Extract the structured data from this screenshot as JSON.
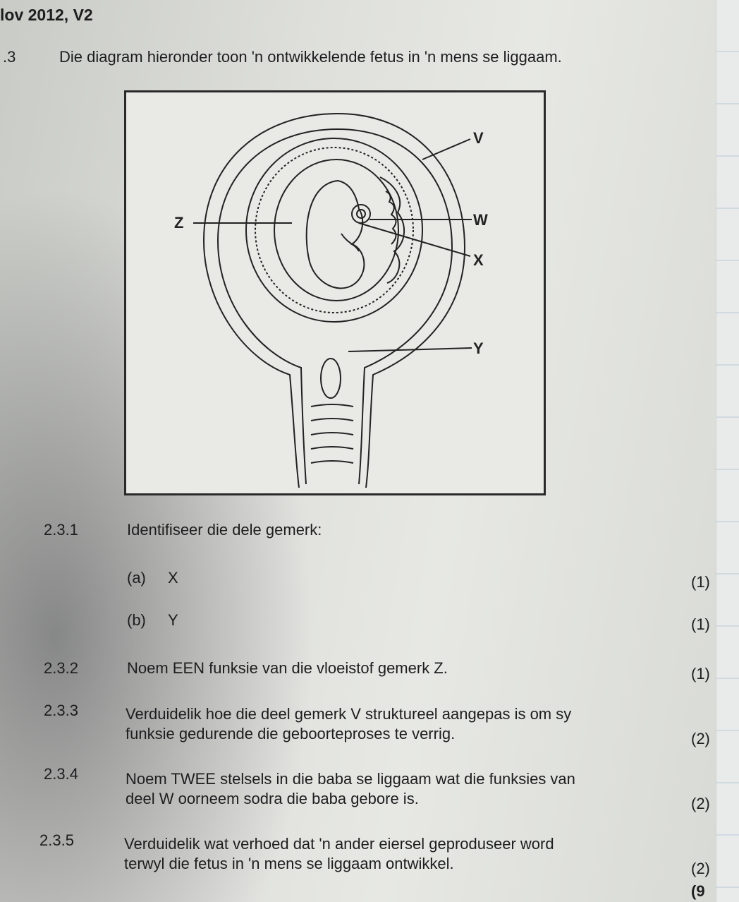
{
  "header": "lov 2012, V2",
  "question": {
    "number": ".3",
    "text": "Die diagram hieronder toon 'n ontwikkelende fetus in 'n mens se liggaam."
  },
  "diagram_labels": {
    "v": "V",
    "w": "W",
    "x": "X",
    "y": "Y",
    "z": "Z"
  },
  "items": [
    {
      "num": "2.3.1",
      "text": "Identifiseer die dele gemerk:"
    },
    {
      "num": "2.3.2",
      "text": "Noem EEN funksie van die vloeistof gemerk Z.",
      "mark": "(1)"
    },
    {
      "num": "2.3.3",
      "line1": "Verduidelik hoe die deel gemerk V struktureel aangepas is om sy",
      "line2": "funksie gedurende die geboorteproses te verrig.",
      "mark": "(2)"
    },
    {
      "num": "2.3.4",
      "line1": "Noem TWEE stelsels in die baba se liggaam wat die funksies van",
      "line2": "deel W oorneem sodra die baba gebore is.",
      "mark": "(2)"
    },
    {
      "num": "2.3.5",
      "line1": "Verduidelik wat verhoed dat 'n ander eiersel geproduseer word",
      "line2": "terwyl die fetus in 'n mens se liggaam ontwikkel.",
      "mark": "(2)"
    }
  ],
  "sub_items": [
    {
      "label": "(a)",
      "value": "X",
      "mark": "(1)"
    },
    {
      "label": "(b)",
      "value": "Y",
      "mark": "(1)"
    }
  ],
  "total": "(9"
}
